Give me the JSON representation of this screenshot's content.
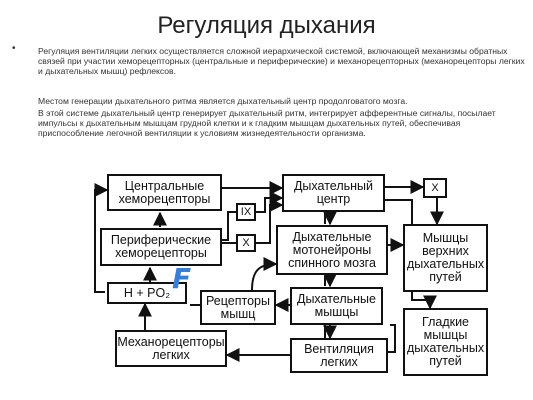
{
  "title": "Регуляция дыхания",
  "bullet": "•",
  "paragraphs": {
    "p1": "Регуляция вентиляции легких осуществляется сложной иерархической системой, включающей механизмы обратных связей при участии хеморецепторных (центральные и периферические) и механорецепторных (механорецепторы легких и дыхательных мышц) рефлексов.",
    "p2": "Местом генерации дыхательного ритма является дыхательный центр продолговатого мозга.",
    "p3": "В этой системе дыхательный центр генерирует дыхательный ритм, интегрирует афферентные сигналы, посылает импульсы к дыхательным мышцам грудной клетки и к гладким мышцам дыхательных путей, обеспечивая приспособление легочной вентиляции к условиям жизнедеятельности организма."
  },
  "diagram": {
    "central_chemo": "Центральные\nхеморецепторы",
    "peripheral_chemo": "Периферические\nхеморецепторы",
    "h_po2": "H + PO₂",
    "mechanoreceptors": "Механорецепторы\nлегких",
    "resp_center": "Дыхательный\nцентр",
    "resp_motoneurons": "Дыхательные\nмотонейроны\nспинного мозга",
    "muscle_receptors": "Рецепторы\nмышц",
    "resp_muscles": "Дыхательные\nмышцы",
    "ventilation": "Вентиляция\nлегких",
    "nerve_ix": "IX",
    "nerve_x_mid": "X",
    "nerve_x_right": "X",
    "upper_airway_muscles": "Мышцы\nверхних\nдыхательных\nпутей",
    "smooth_muscles": "Гладкие\nмышцы\nдыхательных\nпутей",
    "logo_letter": "F",
    "logo_color": "#3a7fd5"
  }
}
